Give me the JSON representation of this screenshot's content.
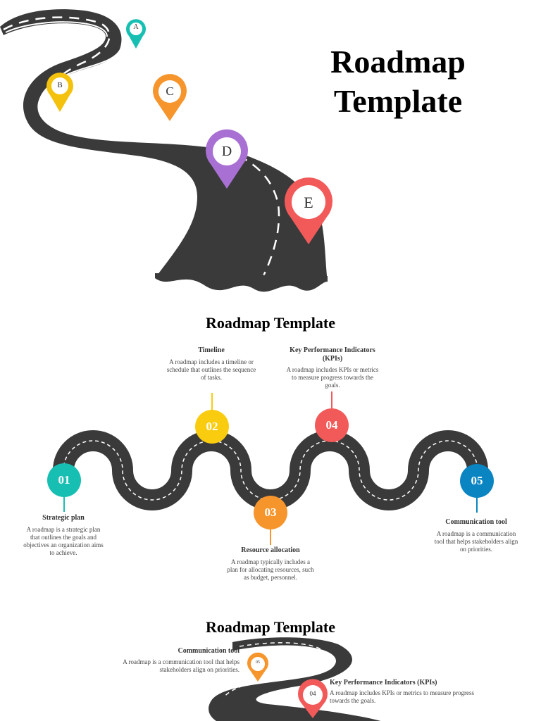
{
  "hero": {
    "title_line1": "Roadmap",
    "title_line2": "Template",
    "pins": [
      {
        "label": "A",
        "color": "#17bfb3"
      },
      {
        "label": "B",
        "color": "#f4c20d"
      },
      {
        "label": "C",
        "color": "#f7952d"
      },
      {
        "label": "D",
        "color": "#a970d4"
      },
      {
        "label": "E",
        "color": "#f25a5a"
      }
    ]
  },
  "section2": {
    "title": "Roadmap Template",
    "steps": [
      {
        "number": "01",
        "title": "Strategic plan",
        "text": "A roadmap is a strategic plan that outlines the goals and objectives an organization aims to achieve.",
        "color": "#17bfb3"
      },
      {
        "number": "02",
        "title": "Timeline",
        "text": "A roadmap includes a timeline or schedule that outlines the sequence of tasks.",
        "color": "#f9cc10"
      },
      {
        "number": "03",
        "title": "Resource allocation",
        "text": "A roadmap typically includes a plan for allocating resources, such as budget, personnel.",
        "color": "#f7952d"
      },
      {
        "number": "04",
        "title": "Key Performance Indicators (KPIs)",
        "text": "A roadmap includes KPIs or metrics to measure progress towards the goals.",
        "color": "#f25a5a"
      },
      {
        "number": "05",
        "title": "Communication tool",
        "text": "A roadmap is a communication tool that helps stakeholders align on priorities.",
        "color": "#0a85c2"
      }
    ]
  },
  "section3": {
    "title": "Roadmap Template",
    "items": [
      {
        "number": "05",
        "title": "Communication tool",
        "text": "A roadmap is a communication tool that helps stakeholders align on priorities.",
        "color": "#f7952d"
      },
      {
        "number": "04",
        "title": "Key Performance Indicators (KPIs)",
        "text": "A roadmap includes KPIs or metrics to measure progress towards the goals.",
        "color": "#f25a5a"
      }
    ]
  }
}
